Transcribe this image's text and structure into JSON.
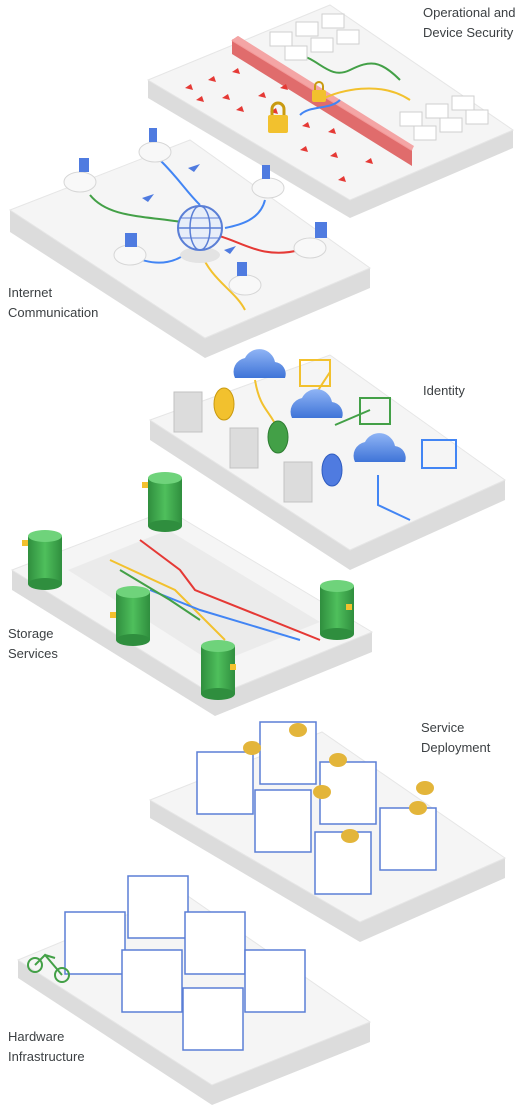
{
  "layers": [
    {
      "id": "ops",
      "lines": [
        "Operational and",
        "Device Security"
      ]
    },
    {
      "id": "inet",
      "lines": [
        "Internet",
        "Communication"
      ]
    },
    {
      "id": "id",
      "lines": [
        "Identity"
      ]
    },
    {
      "id": "stor",
      "lines": [
        "Storage",
        "Services"
      ]
    },
    {
      "id": "svc",
      "lines": [
        "Service",
        "Deployment"
      ]
    },
    {
      "id": "hw",
      "lines": [
        "Hardware",
        "Infrastructure"
      ]
    }
  ],
  "colors": {
    "platform_top": "#f4f4f4",
    "platform_side": "#dcdcdc",
    "red": "#e53935",
    "yellow": "#f2c12e",
    "green": "#43a047",
    "blue": "#4285f4",
    "db_green": "#3fa34d",
    "server_blue": "#5b7fd6"
  },
  "icons": [
    "firewall-icon",
    "monitor-icon",
    "cloud-icon",
    "globe-icon",
    "paper-plane-icon",
    "padlock-icon",
    "fingerprint-icon",
    "id-card-icon",
    "database-icon",
    "server-rack-icon",
    "speech-bubble-icon",
    "bicycle-icon",
    "user-icon"
  ]
}
